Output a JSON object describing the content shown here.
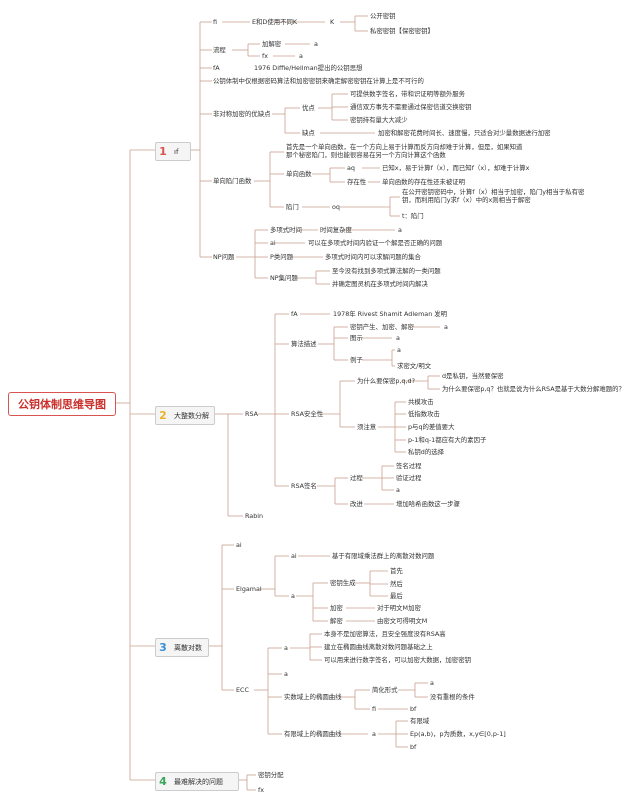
{
  "root": "公钥体制思维导图",
  "sections": [
    {
      "num": "1",
      "label": "ıf",
      "items": {
        "fi": "fi",
        "e_d": "E和D使用不同K",
        "k": "K",
        "public_key": "公开密钥",
        "private_key": "私密密钥【保密密钥】",
        "flow": "流程",
        "encrypt": "加解密",
        "a1": "a",
        "fx": "fx",
        "a2": "a",
        "fa": "fA",
        "dh": "1976 Diffie/Hellman提出的公钥思想",
        "basis": "公钥体制中仅根据密码算法和加密密钥来确定解密密钥在计算上是不可行的",
        "vs_sym": "非对称加密的优缺点",
        "pros": "优点",
        "cons": "缺点",
        "pro1": "可提供数字签名，带和识证明等额外服务",
        "pro2": "通信双方事先不需要通过保密信道交换密钥",
        "pro3": "密钥持有量大大减少",
        "con1": "加密和解密花费时间长、速度慢，只适合对少量数据进行加密",
        "oneway": "单向陷门函数",
        "ow_desc": "首先是一个单向函数，在一个方向上易于计算而反方向却难于计算，但是，如果知道那个秘密陷门，则也能很容易在另一个方向计算这个函数",
        "ow_func": "单向函数",
        "aq": "aq",
        "ow1": "已知x，易于计算f（x），而已知f（x），却难于计算x",
        "exist": "存在性",
        "ow2": "单向函数的存在性还未被证明",
        "trapdoor": "陷门",
        "oq": "oq",
        "td1": "在公开密钥密码中，计算f（x）相当于加密，陷门y相当于私有密钥，而利用陷门y求f（x）中的x则相当于解密",
        "td2": "t：陷门",
        "np": "NP问题",
        "poly_time": "多项式时间",
        "time_cx": "时间复杂度",
        "a3": "a",
        "ai": "ai",
        "ai_desc": "可以在多项式时间内验证一个解是否正确的问题",
        "p_cls": "P类问题",
        "p_desc": "多项式时间内可以求解问题的集合",
        "npc": "NP集问题",
        "npc1": "至今没有找到多项式算法解的一类问题",
        "npc2": "并确定图灵机在多项式时间内解决"
      }
    },
    {
      "num": "2",
      "label": "大整数分解",
      "items": {
        "rsa": "RSA",
        "rabin": "Rabin",
        "fa": "fA",
        "rsa_year": "1978年 Rivest Shamit Adleman 发明",
        "algo": "算法描述",
        "keygen": "密钥产生、加密、解密",
        "a1": "a",
        "show": "图示",
        "a2": "a",
        "example": "例子",
        "a3": "a",
        "plain": "求密文/明文",
        "security": "RSA安全性",
        "why_pq": "为什么要保密p,q,d?",
        "why1": "d是私钥，当然要保密",
        "why2": "为什么要保密p,q？也就是说为什么RSA是基于大数分解难题的？",
        "note": "须注意",
        "n1": "共模攻击",
        "n2": "低指数攻击",
        "n3": "p与q的差值要大",
        "n4": "p-1和q-1都应有大的素因子",
        "n5": "私钥d的选择",
        "sig": "RSA签名",
        "proc": "过程",
        "s1": "签名过程",
        "s2": "验证过程",
        "s3": "a",
        "improve": "改进",
        "s4": "增加哈希函数这一步骤"
      }
    },
    {
      "num": "3",
      "label": "离散对数",
      "items": {
        "ai": "ai",
        "elgamal": "Elgamal",
        "ai2": "ai",
        "eg_desc": "基于有限域乘法群上的离散对数问题",
        "a1": "a",
        "keygen": "密钥生成",
        "k1": "首先",
        "k2": "然后",
        "k3": "最后",
        "enc": "加密",
        "enc_d": "对于明文M加密",
        "dec": "解密",
        "dec_d": "由密文可得明文M",
        "ecc": "ECC",
        "a2": "a",
        "e1": "本身不是加密算法，且安全强度没有RSA高",
        "e2": "建立在椭圆曲线离散对数问题基础之上",
        "e3": "可以用来进行数字签名，可以加密大数据，加密密钥",
        "a3": "a",
        "real": "实数域上的椭圆曲线",
        "simple": "简化形式",
        "sa": "a",
        "sb": "没有重根的条件",
        "fi": "fi",
        "bf": "bf",
        "finite": "有限域上的椭圆曲线",
        "fa": "a",
        "f1": "有限域",
        "f2": "Ep(a,b)，p为质数，x,y∈[0,p-1]",
        "f3": "bf"
      }
    },
    {
      "num": "4",
      "label": "最难解决的问题",
      "items": {
        "q1": "密钥分配",
        "q2": "fx"
      }
    }
  ],
  "colors": {
    "line": "#c9a08e",
    "root_border": "#d9534f",
    "n1": "#d9534f",
    "n2": "#e8b32a",
    "n3": "#3a8fd6",
    "n4": "#3aa55a"
  }
}
